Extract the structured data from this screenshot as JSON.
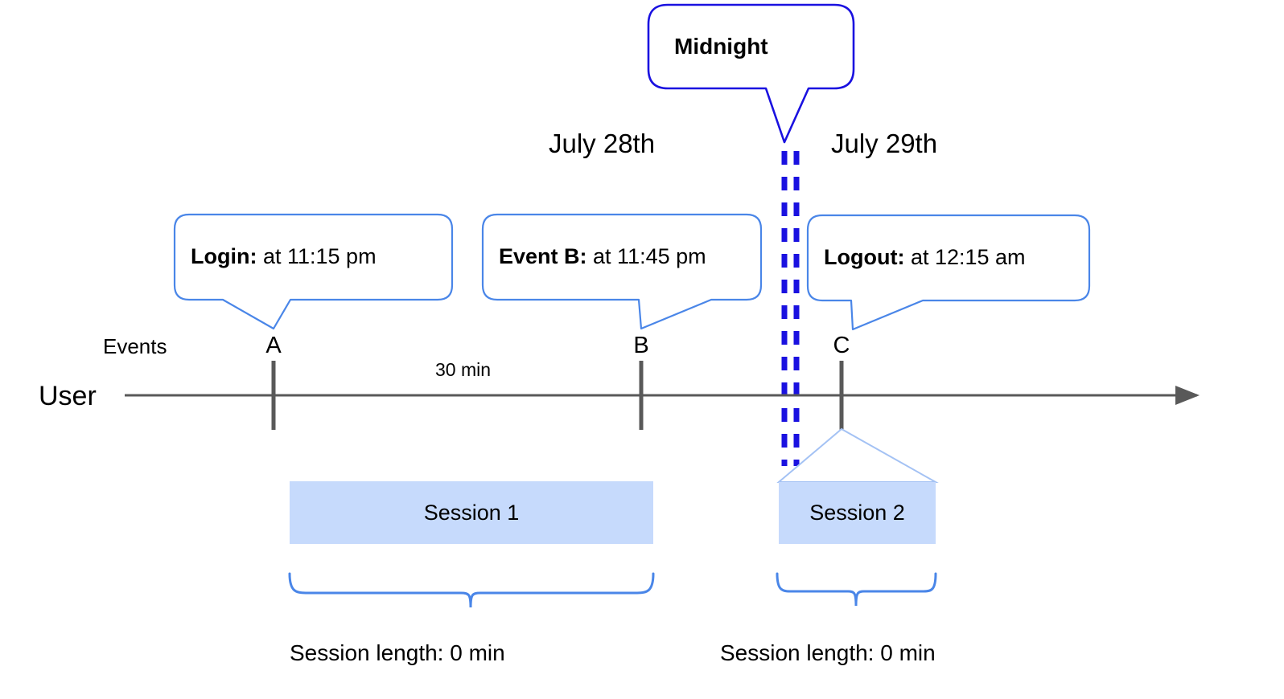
{
  "diagram": {
    "title_callout": {
      "label": "Midnight"
    },
    "day_labels": [
      {
        "name": "day-label-left",
        "text": "July 28th"
      },
      {
        "name": "day-label-right",
        "text": "July 29th"
      }
    ],
    "event_callouts": [
      {
        "id": "A",
        "strong": "Login:",
        "rest": " at 11:15 pm"
      },
      {
        "id": "B",
        "strong": "Event B:",
        "rest": " at 11:45 pm"
      },
      {
        "id": "C",
        "strong": "Logout:",
        "rest": " at 12:15 am"
      }
    ],
    "row_labels": {
      "events": "Events",
      "user": "User"
    },
    "event_markers": [
      {
        "letter": "A"
      },
      {
        "letter": "B"
      },
      {
        "letter": "C"
      }
    ],
    "gap_label": "30 min",
    "sessions": [
      {
        "label": "Session 1",
        "length_label": "Session length: 0 min"
      },
      {
        "label": "Session 2",
        "length_label": "Session length: 0 min"
      }
    ],
    "colors": {
      "midnight_line": "#1a11e0",
      "midnight_border": "#1a11e0",
      "callout_border": "#4a86e8",
      "session_fill": "#c6dafc",
      "axis": "#595959",
      "tick": "#595959",
      "brace": "#4a86e8",
      "pointer_light": "#a4c2f4"
    }
  }
}
